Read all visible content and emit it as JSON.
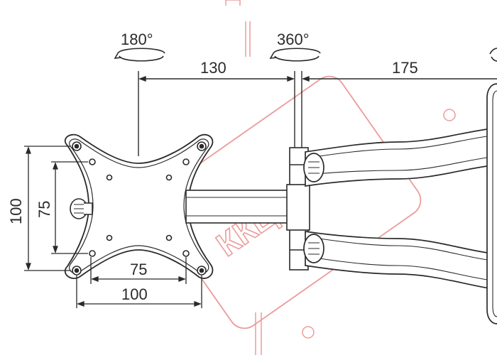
{
  "diagram": {
    "rotation_labels": {
      "tilt": "180°",
      "swivel": "360°"
    },
    "dimensions": {
      "arm_inner": "130",
      "arm_outer": "175",
      "vesa_h_inner": "75",
      "vesa_h_outer": "100",
      "vesa_v_inner": "75",
      "vesa_v_outer": "100"
    },
    "watermark": {
      "text": "ККЦ",
      "color": "#e98a8a"
    },
    "colors": {
      "line": "#2a2a2a",
      "background": "#ffffff"
    }
  }
}
